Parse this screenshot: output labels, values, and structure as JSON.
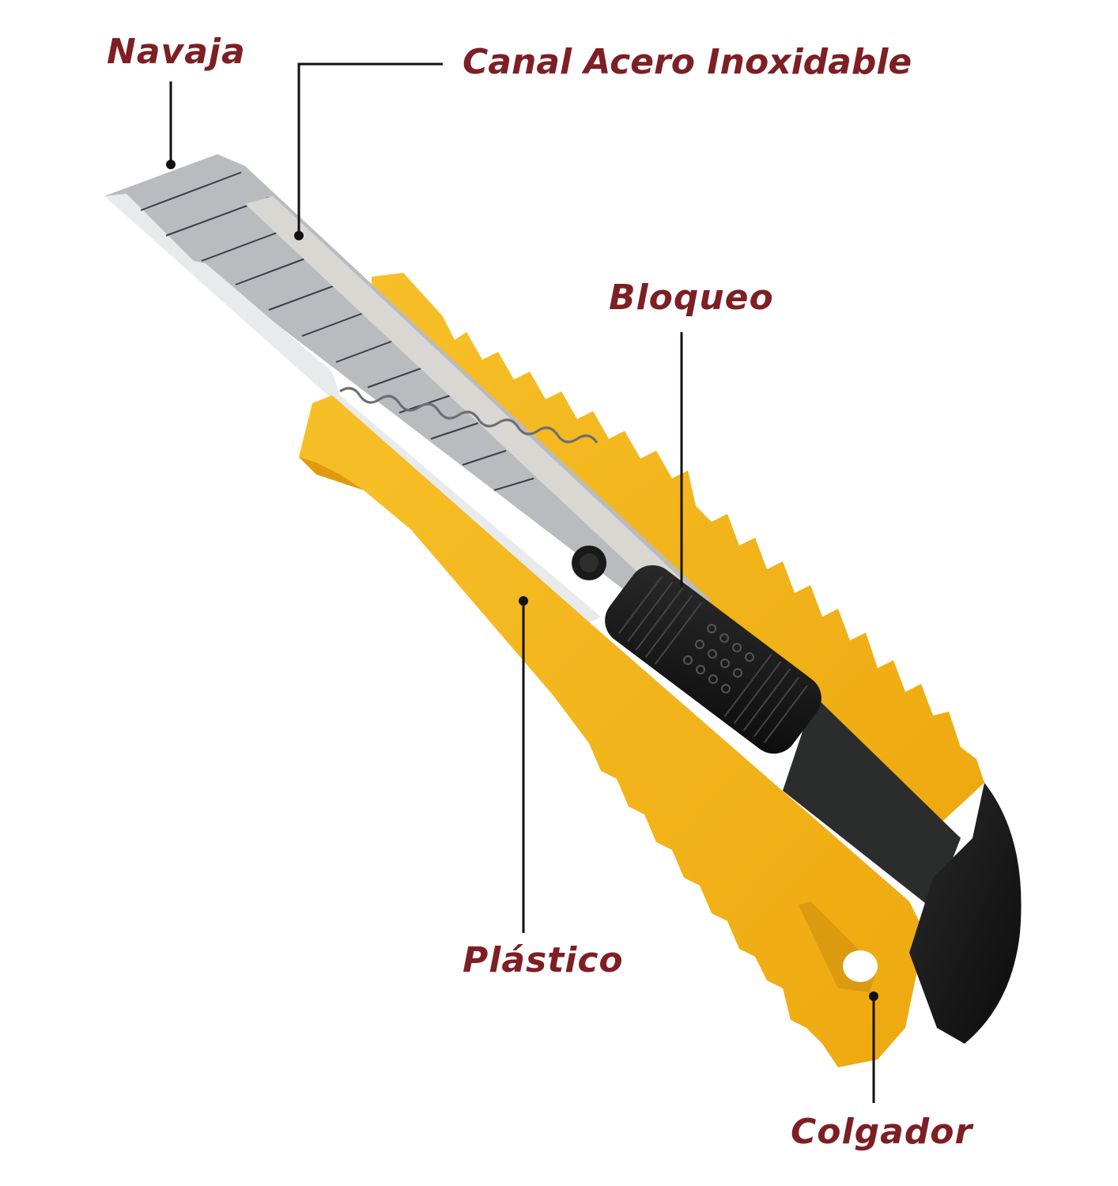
{
  "diagram": {
    "subject": "Utility knife (cutter)",
    "label_color": "#7d1f24",
    "leader_color": "#111111",
    "colors": {
      "body_yellow": "#f5b417",
      "body_yellow_dark": "#d9960a",
      "blade_gray": "#b7b9bd",
      "channel_steel": "#d8d6d1",
      "grip_black": "#1c1c1c"
    },
    "labels": [
      {
        "id": "navaja",
        "text": "Navaja"
      },
      {
        "id": "canal",
        "text": "Canal Acero Inoxidable"
      },
      {
        "id": "bloqueo",
        "text": "Bloqueo"
      },
      {
        "id": "plastico",
        "text": "Plástico"
      },
      {
        "id": "colgador",
        "text": "Colgador"
      }
    ]
  }
}
